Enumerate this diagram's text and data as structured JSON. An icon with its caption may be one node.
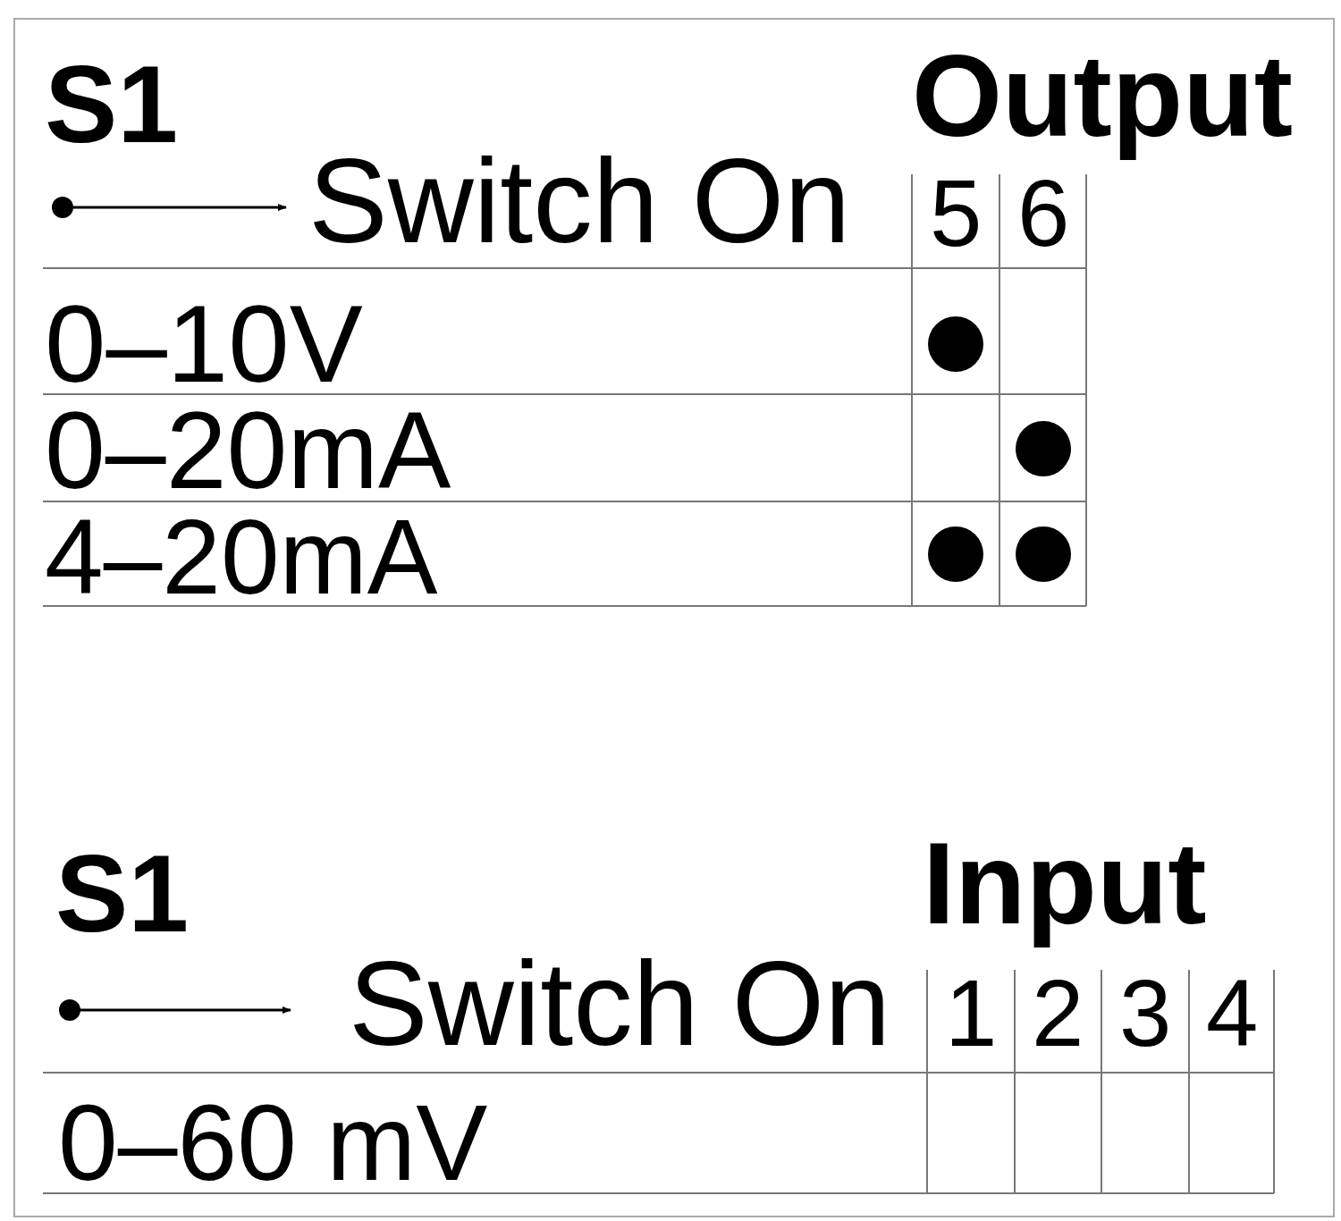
{
  "diagram": {
    "labels": [
      "S1",
      "Output",
      "Switch On",
      "5",
      "6",
      "0–10V",
      "0–20mA",
      "4–20mA",
      "S1",
      "Input",
      "Switch On",
      "1",
      "2",
      "3",
      "4",
      "0–60 mV"
    ]
  }
}
